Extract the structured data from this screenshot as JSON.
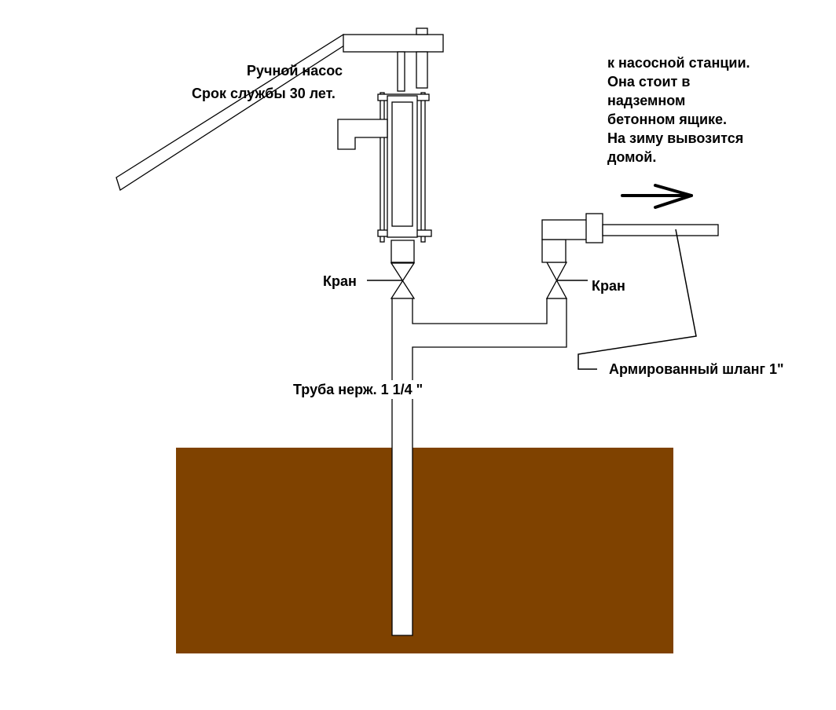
{
  "labels": {
    "pump": "Ручной насос",
    "lifetime": "Срок службы 30 лет.",
    "valve_left": "Кран",
    "valve_right": "Кран",
    "pipe": "Труба нерж. 1 1/4 \"",
    "hose": "Армированный шланг 1\""
  },
  "station_note": [
    "к насосной станции.",
    "Она стоит в",
    "надземном",
    "бетонном ящике.",
    "На зиму вывозится",
    "домой."
  ],
  "colors": {
    "ground": "#7f4200",
    "line": "#000000",
    "background": "#ffffff"
  }
}
